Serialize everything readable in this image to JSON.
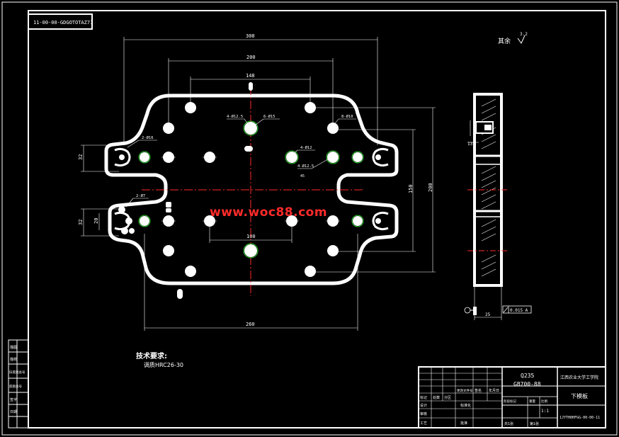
{
  "drawing_code_box": "11-00-00-GDGOTOTAZ71",
  "roughness_note": "其余",
  "roughness_value": "3.2",
  "dims_plan": {
    "d308": "308",
    "d200_top": "200",
    "d148": "148",
    "d260": "260",
    "d100": "100",
    "d150": "150",
    "d200_right": "200",
    "d32_left": "32",
    "d32_left2": "32",
    "d20": "20"
  },
  "hole_callouts": {
    "c1": "4-Ø12.5",
    "c2": "6-Ø15",
    "c3": "8-Ø10",
    "c4": "2-Ø16",
    "c5": "4-Ø12",
    "c6": "4-Ø12.5",
    "c7": "2-Ø7",
    "c8": "45"
  },
  "section_dims": {
    "d13": "13",
    "d25": "25",
    "tol": "0.015 A"
  },
  "tech": {
    "title": "技术要求:",
    "line1": "调质HRC26-30"
  },
  "watermark": "www.woc88.com",
  "title_block": {
    "material": "Q235",
    "standard": "GB700-88",
    "school": "江西农业大学工学院",
    "part_name": "下模板",
    "drawing_no": "1JYTH0HFGG-00-00-11",
    "sheet_total": "共1张",
    "sheet_no": "第1张",
    "scale": "1:1",
    "labels_row1": [
      "标记",
      "处数",
      "分区",
      "更改文件号",
      "签名",
      "年月日"
    ],
    "labels_row2": [
      "设计",
      "",
      "标准化"
    ],
    "labels_row3": [
      "审核",
      "工艺",
      "批准"
    ],
    "stage_label": "阶段标记",
    "weight_label": "重量",
    "scale_label": "比例"
  },
  "left_strip": [
    "描图",
    "描校",
    "旧底图总号",
    "底图总号",
    "签字",
    "日期"
  ]
}
